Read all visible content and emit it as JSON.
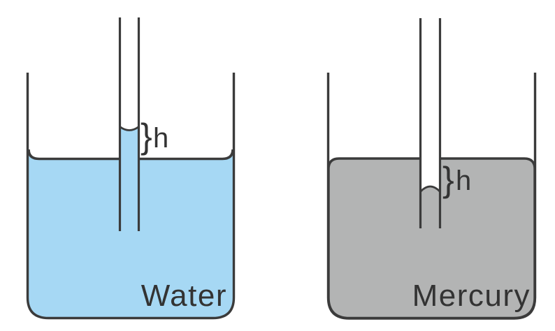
{
  "diagram": {
    "colors": {
      "water": "#a6d8f4",
      "mercury": "#b3b4b4",
      "line": "#3b3b3b",
      "ink": "#333333",
      "background": "#ffffff"
    },
    "left": {
      "liquid_label": "Water",
      "height_label": "h",
      "brace": "}"
    },
    "right": {
      "liquid_label": "Mercury",
      "height_label": "h",
      "brace": "}"
    }
  }
}
